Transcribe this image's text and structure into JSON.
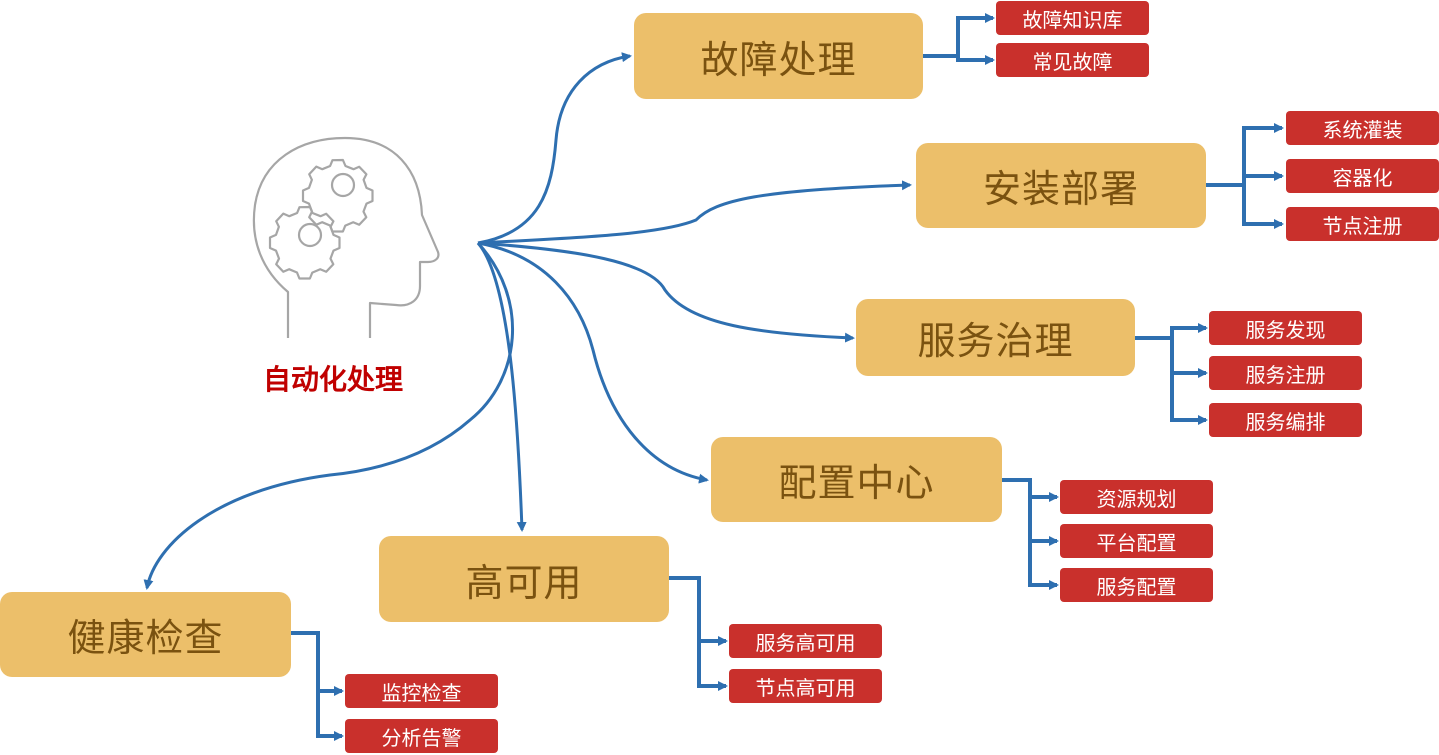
{
  "center": {
    "label": "自动化处理",
    "icon": "head-gears-icon"
  },
  "colors": {
    "category_fill": "#ecbf6a",
    "category_text": "#7a5210",
    "item_fill": "#c9302c",
    "item_text": "#ffffff",
    "connector": "#2e6fb0",
    "center_text": "#c00000"
  },
  "categories": [
    {
      "label": "故障处理",
      "items": [
        "故障知识库",
        "常见故障"
      ]
    },
    {
      "label": "安装部署",
      "items": [
        "系统灌装",
        "容器化",
        "节点注册"
      ]
    },
    {
      "label": "服务治理",
      "items": [
        "服务发现",
        "服务注册",
        "服务编排"
      ]
    },
    {
      "label": "配置中心",
      "items": [
        "资源规划",
        "平台配置",
        "服务配置"
      ]
    },
    {
      "label": "高可用",
      "items": [
        "服务高可用",
        "节点高可用"
      ]
    },
    {
      "label": "健康检查",
      "items": [
        "监控检查",
        "分析告警"
      ]
    }
  ]
}
